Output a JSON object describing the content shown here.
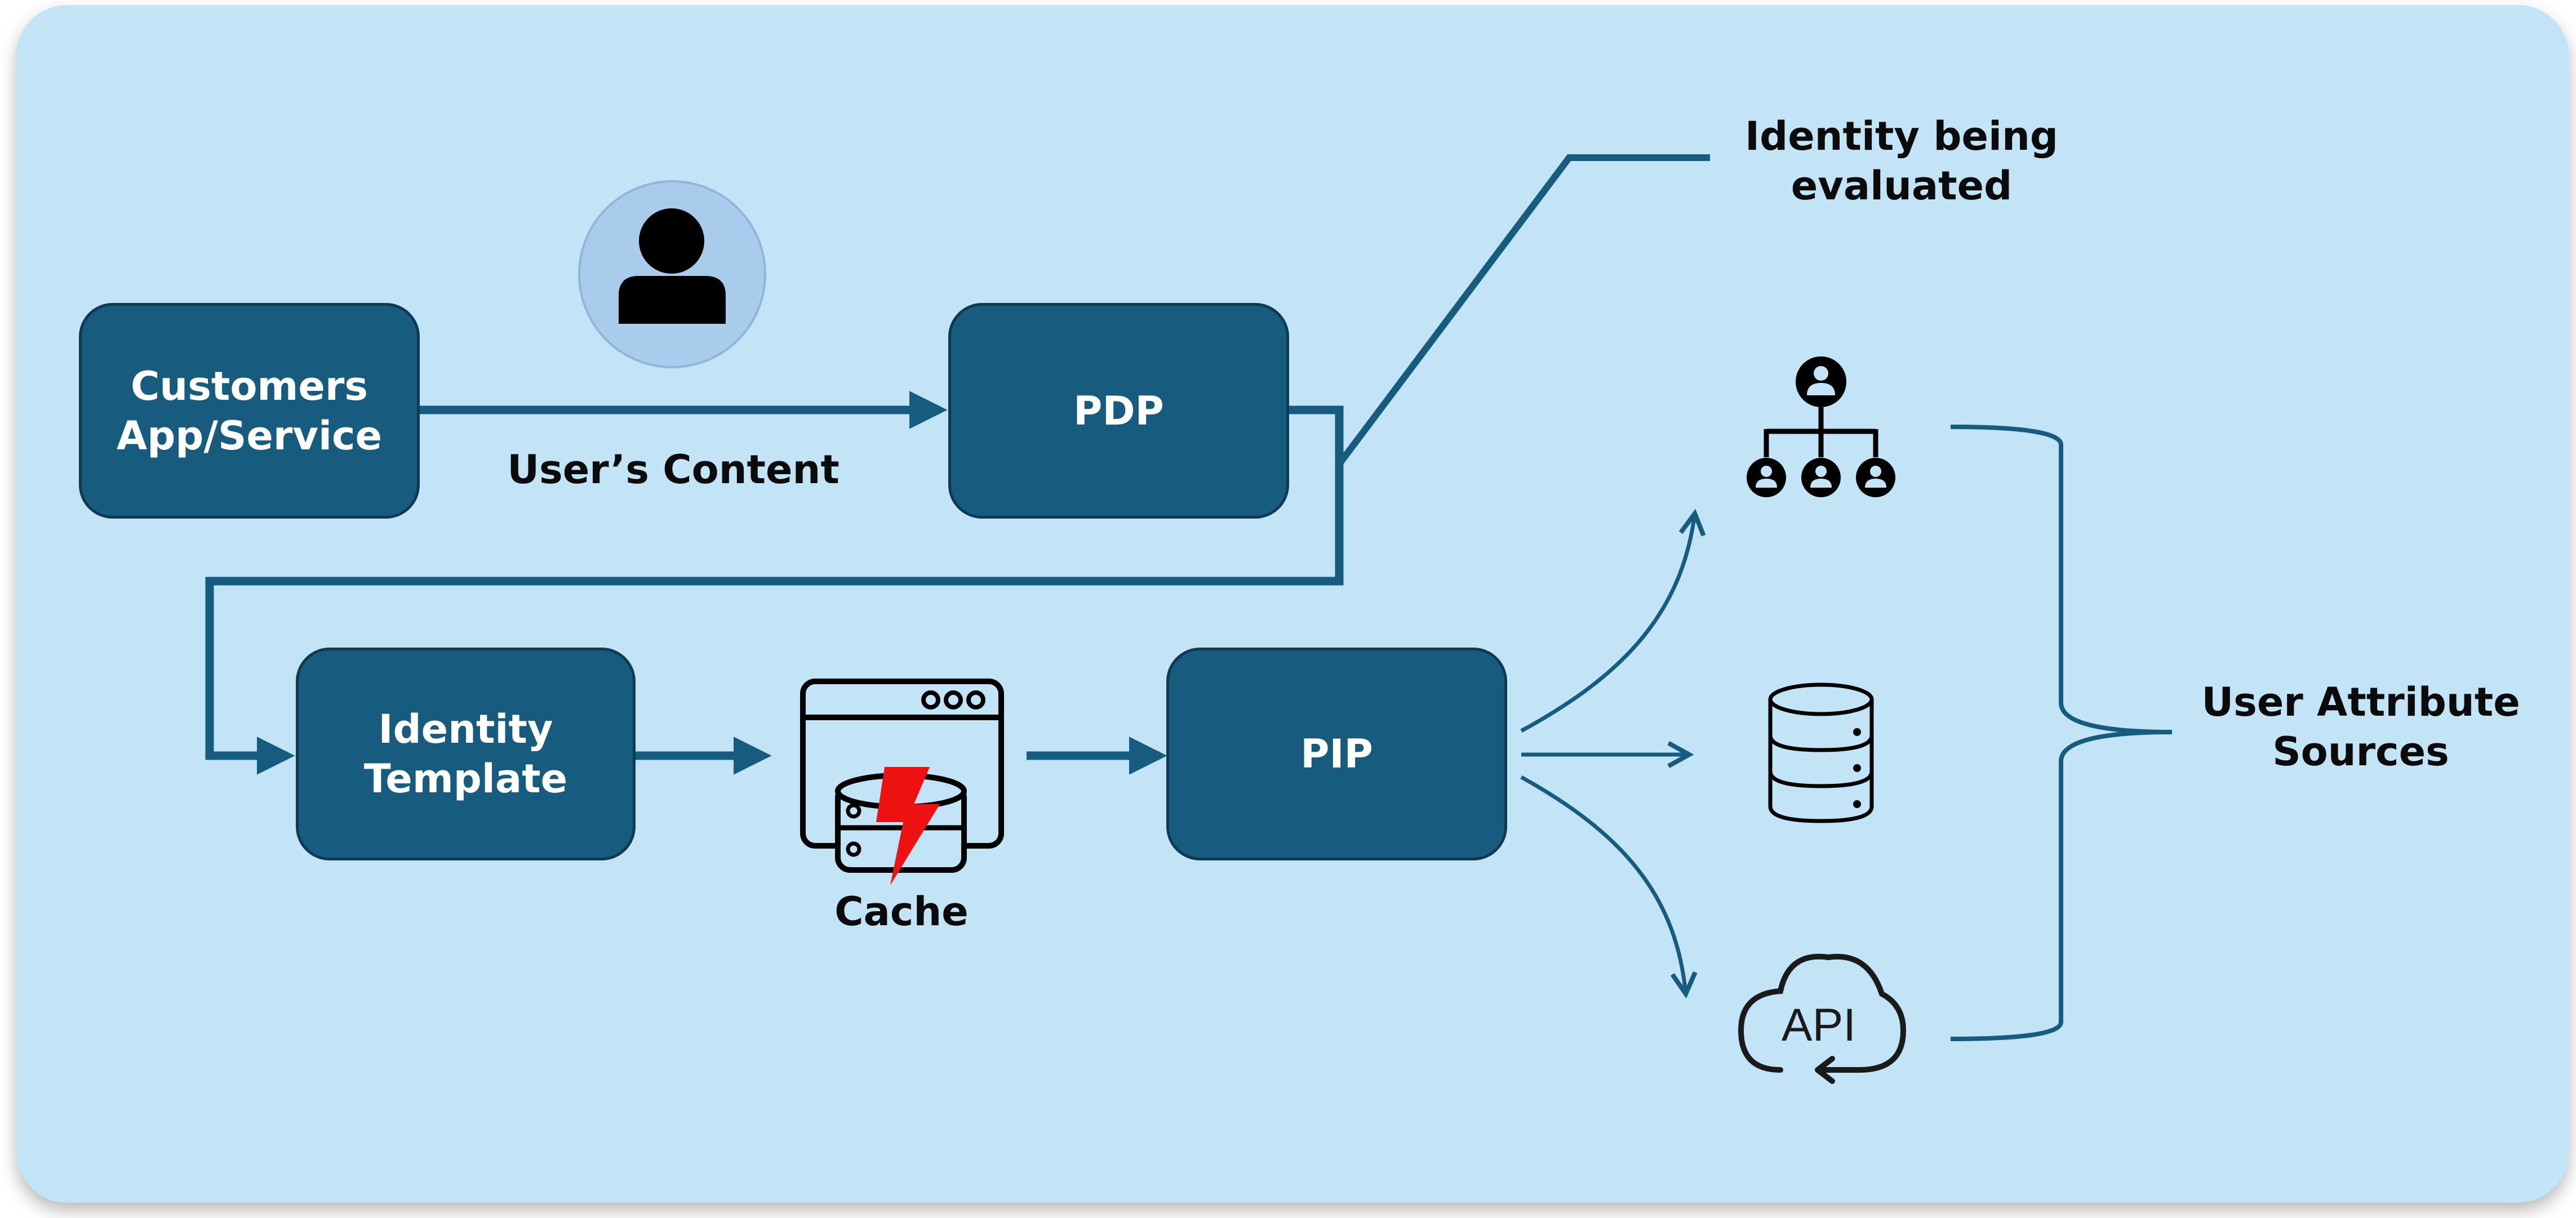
{
  "nodes": {
    "customers_app": "Customers\nApp/Service",
    "pdp": "PDP",
    "identity_template": "Identity\nTemplate",
    "pip": "PIP"
  },
  "labels": {
    "users_content": "User’s Content",
    "identity_evaluated": "Identity being\nevaluated",
    "cache": "Cache",
    "user_attribute_sources": "User Attribute\nSources",
    "api": "API"
  },
  "icons": {
    "user": "user-avatar-icon",
    "org_chart": "org-chart-icon",
    "database": "database-icon",
    "cache": "cache-server-icon",
    "api_cloud": "api-cloud-icon"
  },
  "colors": {
    "background": "#c2e4f6",
    "box_fill": "#175b7e",
    "connector": "#175b7e",
    "avatar_bg": "#a9cbec",
    "lightning": "#ee1111"
  }
}
